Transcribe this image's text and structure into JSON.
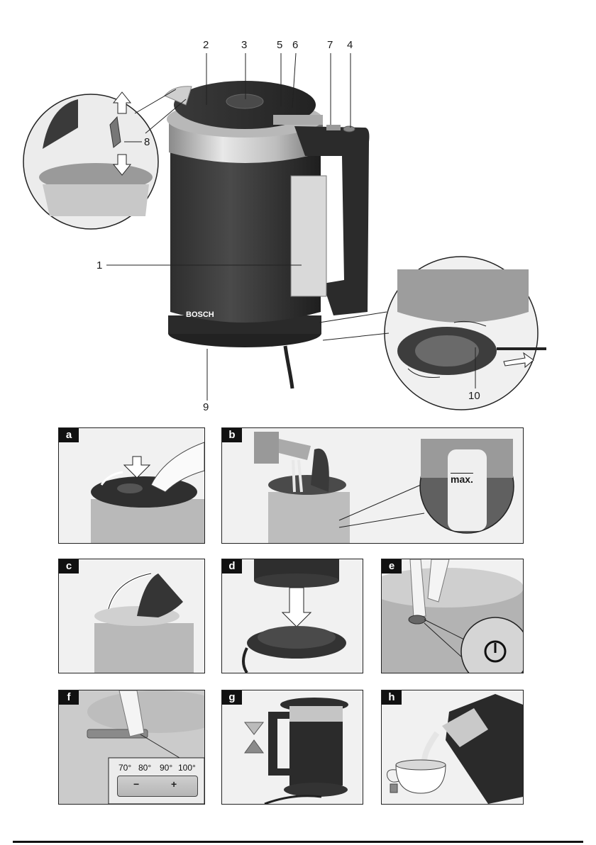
{
  "callouts": {
    "c1": "1",
    "c2": "2",
    "c3": "3",
    "c4": "4",
    "c5": "5",
    "c6": "6",
    "c7": "7",
    "c8": "8",
    "c9": "9",
    "c10": "10"
  },
  "brand": "BOSCH",
  "panels": {
    "a": "a",
    "b": "b",
    "c": "c",
    "d": "d",
    "e": "e",
    "f": "f",
    "g": "g",
    "h": "h"
  },
  "max_label": "max.",
  "power_symbol": "power-icon",
  "temperatures": [
    "70°",
    "80°",
    "90°",
    "100°"
  ],
  "minus_label": "−",
  "plus_label": "+"
}
